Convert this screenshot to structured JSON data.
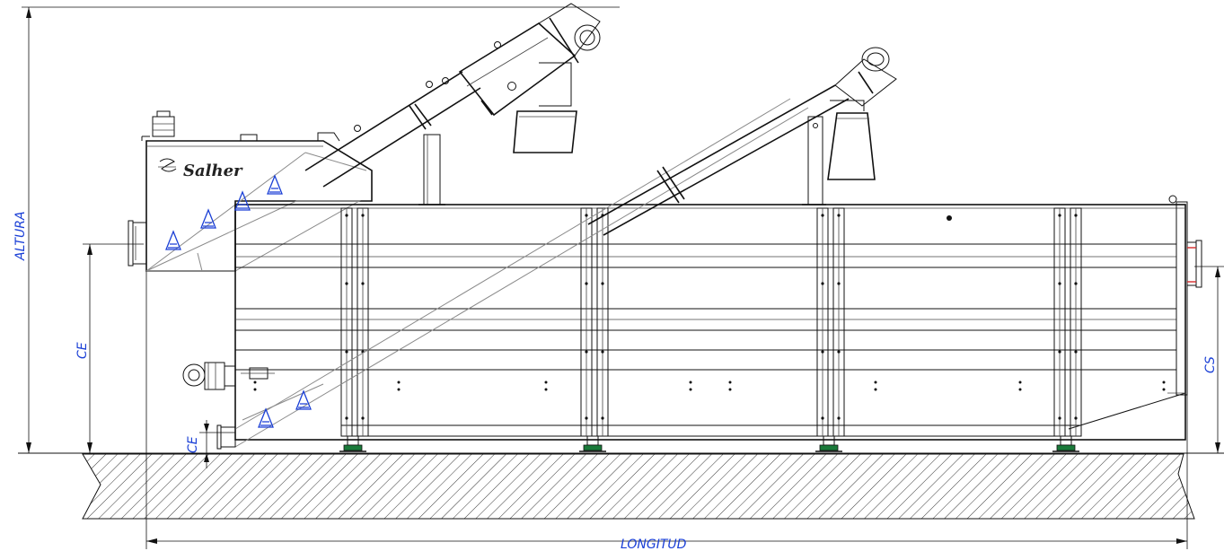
{
  "drawing": {
    "brand": "Salher",
    "dimensions": {
      "height": "ALTURA",
      "length": "LONGITUD",
      "inlet_height": "CE",
      "outlet_height": "CS",
      "bottom_inlet": "CE"
    }
  },
  "colors": {
    "line": "#111111",
    "dimension_text": "#1a3fd6",
    "paddles": "#1a3fd6",
    "hatch": "#222222"
  },
  "icons": [
    "salher-logo-icon",
    "motor-icon",
    "hatch-ground"
  ]
}
